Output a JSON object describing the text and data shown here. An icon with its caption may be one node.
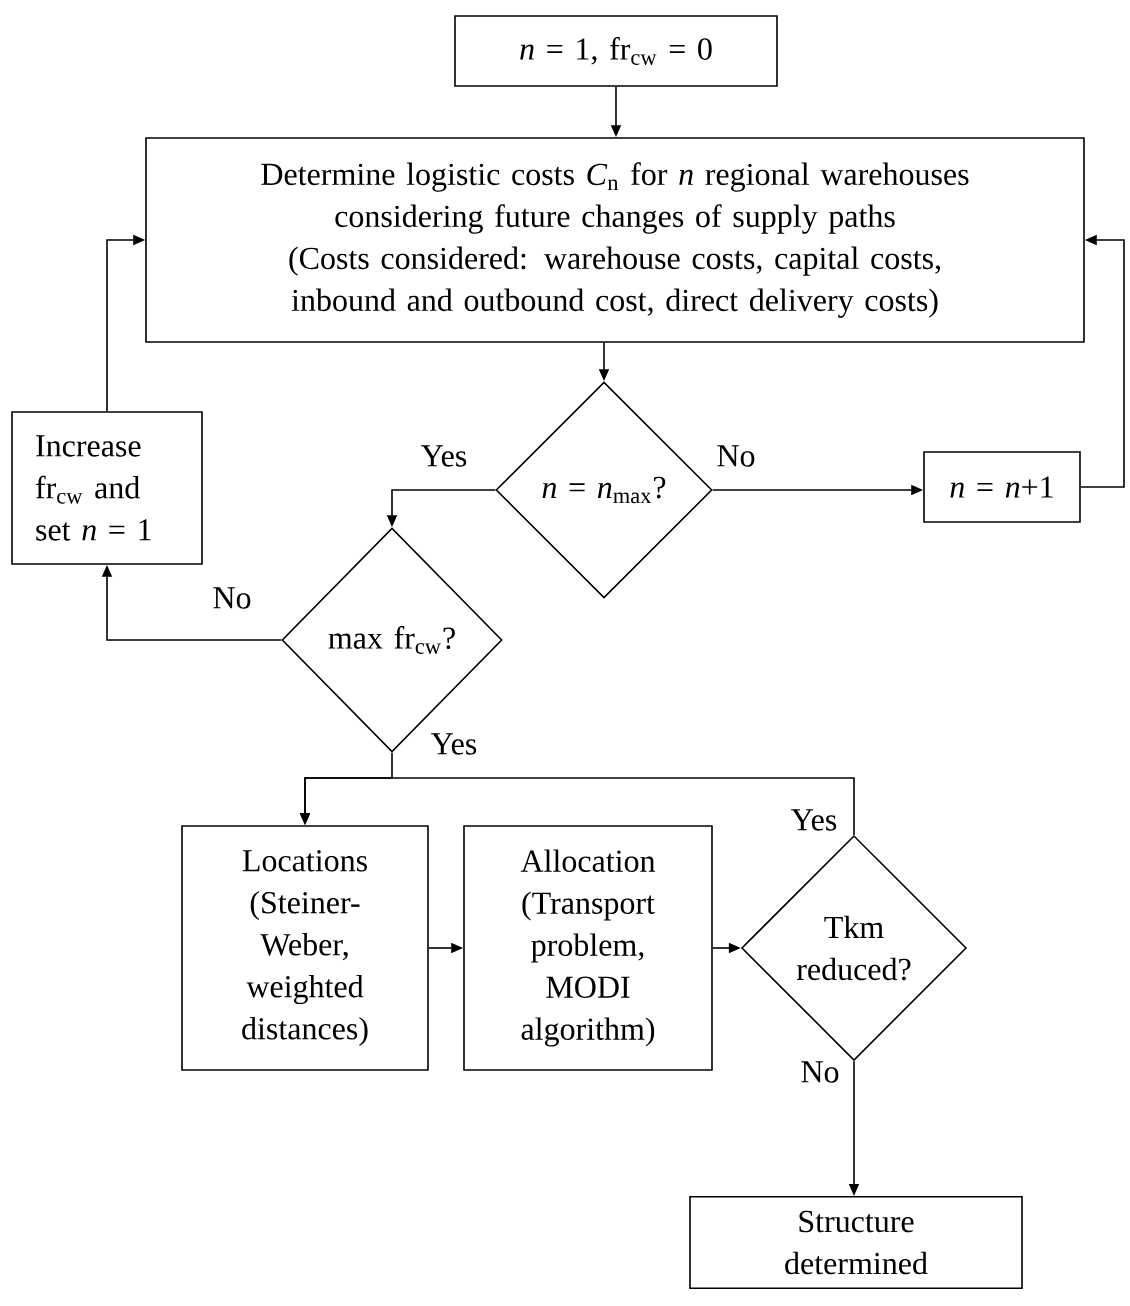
{
  "diagram": {
    "nodes": [
      {
        "text": [
          "*n* = 1, fr$_{cw}$ = 0"
        ]
      },
      {
        "text": [
          "Determine logistic costs *C*$_{n}$ for *n* regional warehouses considering future changes of supply paths",
          "(Costs considered: warehouse costs, capital costs, inbound and outbound cost, direct delivery costs)"
        ]
      },
      {
        "text": [
          "*n* = *n*$_{max}$?"
        ]
      },
      {
        "text": [
          "*n* = *n*+1"
        ]
      },
      {
        "text": [
          "Increase fr$_{cw}$ and set *n* = 1"
        ]
      },
      {
        "text": [
          "max fr$_{cw}$?"
        ]
      },
      {
        "text": [
          "Locations (Steiner-Weber, weighted distances)"
        ]
      },
      {
        "text": [
          "Allocation (Transport problem, MODI algorithm)"
        ]
      },
      {
        "text": [
          "Tkm reduced?"
        ]
      },
      {
        "text": [
          "Structure determined"
        ]
      }
    ],
    "edges": [
      {
        "from": 0,
        "to": 1,
        "arrow": "to"
      },
      {
        "from": 1,
        "to": 2,
        "arrow": "to"
      },
      {
        "from": 2,
        "to": 5,
        "arrow": "to",
        "label": "Yes"
      },
      {
        "from": 2,
        "to": 3,
        "arrow": "to",
        "label": "No"
      },
      {
        "from": 3,
        "to": 1,
        "arrow": "to"
      },
      {
        "from": 5,
        "to": 4,
        "arrow": "to",
        "label": "No"
      },
      {
        "from": 4,
        "to": 1,
        "arrow": "to"
      },
      {
        "from": 5,
        "to": 6,
        "arrow": "to",
        "label": "Yes"
      },
      {
        "from": 8,
        "to": 6,
        "arrow": "to",
        "label": "Yes"
      },
      {
        "from": 6,
        "to": 7,
        "arrow": "to"
      },
      {
        "from": 7,
        "to": 8,
        "arrow": "to"
      },
      {
        "from": 8,
        "to": 9,
        "arrow": "to",
        "label": "No"
      }
    ]
  }
}
